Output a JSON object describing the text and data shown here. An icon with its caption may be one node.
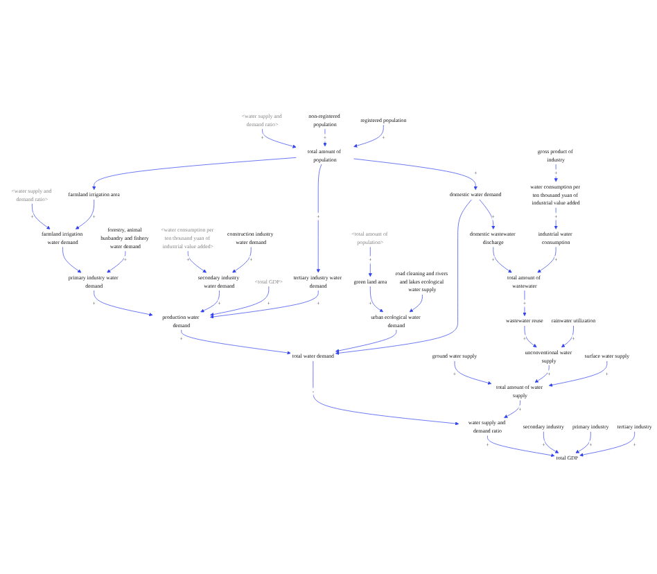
{
  "diagram": {
    "nodes": [
      {
        "text": [
          "<water supply and demand ratio>"
        ]
      },
      {
        "text": [
          "farmland irrigation water demand"
        ]
      },
      {
        "text": [
          "forestry, animal husbandry and fishery water demand"
        ]
      },
      {
        "text": [
          "<water consumption per ten thousand yuan of industrial value added>"
        ]
      },
      {
        "text": [
          "construction industry water demand"
        ]
      },
      {
        "text": [
          "primary industry water demand"
        ]
      },
      {
        "text": [
          "secondary industry water demand"
        ]
      },
      {
        "text": [
          "<total amount of population>"
        ]
      },
      {
        "text": [
          "<water supply and demand ratio>"
        ]
      },
      {
        "text": [
          "road cleaning and rivers and lakes ecological water supply"
        ]
      },
      {
        "text": [
          "<total GDP>"
        ]
      },
      {
        "text": [
          "green land area"
        ]
      },
      {
        "text": [
          "non-registered population"
        ]
      },
      {
        "text": [
          "production water demand"
        ]
      },
      {
        "text": [
          "farmland irrigation area"
        ]
      },
      {
        "text": [
          "tertiary industry"
        ]
      },
      {
        "text": [
          "urban ecological water demand"
        ]
      },
      {
        "text": [
          "secondary industry"
        ]
      },
      {
        "text": [
          "registered population"
        ]
      },
      {
        "text": [
          "total amount of population"
        ]
      },
      {
        "text": [
          "tertiary industry water demand"
        ]
      },
      {
        "text": [
          "primary industry"
        ]
      },
      {
        "text": [
          "total GDP"
        ]
      },
      {
        "text": [
          "gross product of industry"
        ]
      },
      {
        "text": [
          "domestic water demand"
        ]
      },
      {
        "text": [
          "total water demand"
        ]
      },
      {
        "text": [
          "water supply and demand ratio"
        ]
      },
      {
        "text": [
          "ground water supply"
        ]
      },
      {
        "text": [
          "wastewater reuse"
        ]
      },
      {
        "text": [
          "unconventional water supply"
        ]
      },
      {
        "text": [
          "water consumption per ten thousand yuan of industrial value added"
        ]
      },
      {
        "text": [
          "total amount of water supply"
        ]
      },
      {
        "text": [
          "domestic wastewater discharge"
        ]
      },
      {
        "text": [
          "industrial water consumption"
        ]
      },
      {
        "text": [
          "rainwater utilization"
        ]
      },
      {
        "text": [
          "total amount of wastewater"
        ]
      },
      {
        "text": [
          "surface water supply"
        ]
      }
    ],
    "edges": [
      {
        "from": 0,
        "to": 1,
        "arrow": "to",
        "label": "+"
      },
      {
        "from": 1,
        "to": 5,
        "arrow": "to"
      },
      {
        "from": 2,
        "to": 5,
        "arrow": "to",
        "label": "+"
      },
      {
        "from": 3,
        "to": 6,
        "arrow": "to",
        "label": "+"
      },
      {
        "from": 4,
        "to": 6,
        "arrow": "to",
        "label": "+"
      },
      {
        "from": 5,
        "to": 13,
        "arrow": "to",
        "label": "+"
      },
      {
        "from": 6,
        "to": 13,
        "arrow": "to",
        "label": "+"
      },
      {
        "from": 10,
        "to": 13,
        "arrow": "to",
        "label": "+"
      },
      {
        "from": 7,
        "to": 11,
        "arrow": "to",
        "label": "+"
      },
      {
        "from": 11,
        "to": 16,
        "arrow": "to",
        "label": "+"
      },
      {
        "from": 9,
        "to": 16,
        "arrow": "to"
      },
      {
        "from": 14,
        "to": 1,
        "arrow": "to",
        "label": "+"
      },
      {
        "from": 19,
        "to": 14,
        "arrow": "to"
      },
      {
        "from": 8,
        "to": 19,
        "arrow": "to",
        "label": "+"
      },
      {
        "from": 12,
        "to": 19,
        "arrow": "to",
        "label": "+"
      },
      {
        "from": 18,
        "to": 19,
        "arrow": "to",
        "label": "+"
      },
      {
        "from": 19,
        "to": 20,
        "arrow": "to",
        "label": "+"
      },
      {
        "from": 20,
        "to": 13,
        "arrow": "to",
        "label": "+"
      },
      {
        "from": 19,
        "to": 24,
        "arrow": "to",
        "label": "+"
      },
      {
        "from": 13,
        "to": 25,
        "arrow": "to",
        "label": "+"
      },
      {
        "from": 16,
        "to": 25,
        "arrow": "to"
      },
      {
        "from": 24,
        "to": 25,
        "arrow": "to"
      },
      {
        "from": 25,
        "to": 26,
        "arrow": "to",
        "label": "-"
      },
      {
        "from": 26,
        "to": 22,
        "arrow": "to",
        "label": "+"
      },
      {
        "from": 17,
        "to": 22,
        "arrow": "to",
        "label": "+"
      },
      {
        "from": 21,
        "to": 22,
        "arrow": "to",
        "label": "+"
      },
      {
        "from": 15,
        "to": 22,
        "arrow": "to",
        "label": "+"
      },
      {
        "from": 27,
        "to": 31,
        "arrow": "to",
        "label": "+"
      },
      {
        "from": 31,
        "to": 26,
        "arrow": "to",
        "label": "+"
      },
      {
        "from": 29,
        "to": 31,
        "arrow": "to",
        "label": "+"
      },
      {
        "from": 28,
        "to": 29,
        "arrow": "to",
        "label": "+"
      },
      {
        "from": 34,
        "to": 29,
        "arrow": "to",
        "label": "+"
      },
      {
        "from": 36,
        "to": 31,
        "arrow": "to",
        "label": "+"
      },
      {
        "from": 35,
        "to": 28,
        "arrow": "to",
        "label": "+"
      },
      {
        "from": 32,
        "to": 35,
        "arrow": "to",
        "label": "+"
      },
      {
        "from": 24,
        "to": 32,
        "arrow": "to",
        "label": "+"
      },
      {
        "from": 23,
        "to": 30,
        "arrow": "to",
        "label": "+"
      },
      {
        "from": 30,
        "to": 33,
        "arrow": "to",
        "label": "+"
      },
      {
        "from": 33,
        "to": 35,
        "arrow": "to",
        "label": "+"
      }
    ]
  }
}
